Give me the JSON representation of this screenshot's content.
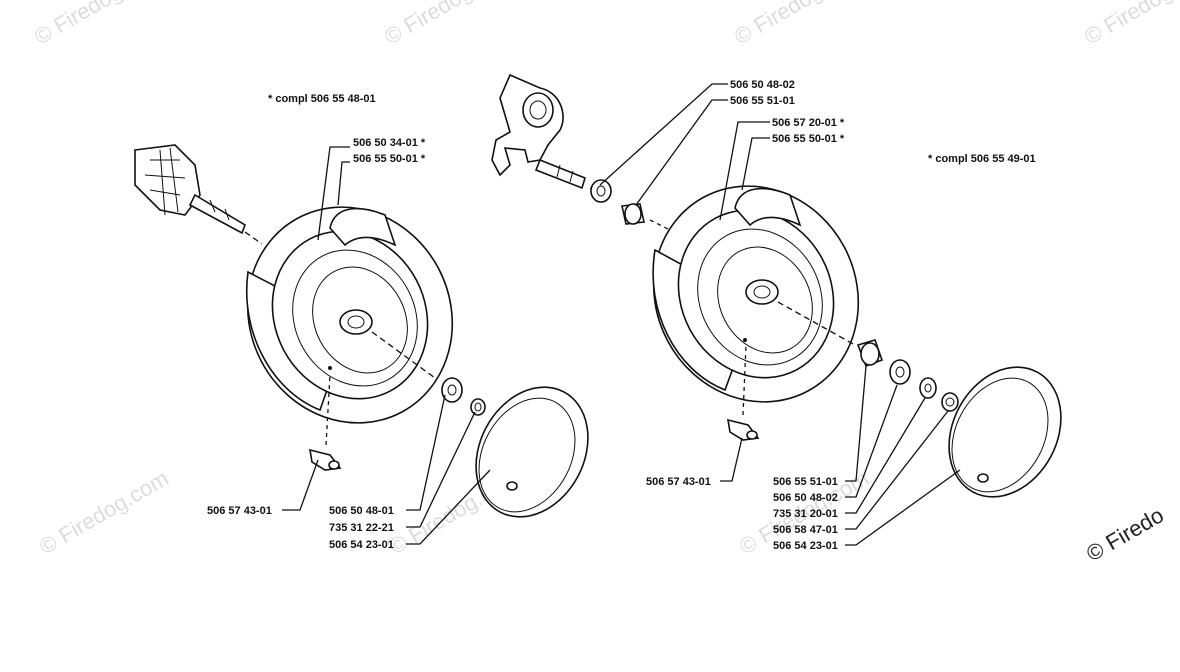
{
  "watermark": {
    "text": "© Firedog.com",
    "corner_text": "© Firedo"
  },
  "left_assembly": {
    "compl_note": "*  compl 506 55 48-01",
    "tire_labels": [
      "506 50 34-01  *",
      "506 55 50-01  *"
    ],
    "clip_label": "506 57 43-01",
    "hub_labels": [
      "506 50 48-01",
      "735 31 22-21",
      "506 54 23-01"
    ]
  },
  "right_assembly": {
    "compl_note": "*  compl 506 55 49-01",
    "axle_labels": [
      "506 50 48-02",
      "506 55 51-01"
    ],
    "tire_labels": [
      "506 57 20-01  *",
      "506 55 50-01  *"
    ],
    "clip_label": "506 57 43-01",
    "hub_labels": [
      "506 55 51-01",
      "506 50 48-02",
      "735 31 20-01",
      "506 58 47-01",
      "506 54 23-01"
    ]
  }
}
